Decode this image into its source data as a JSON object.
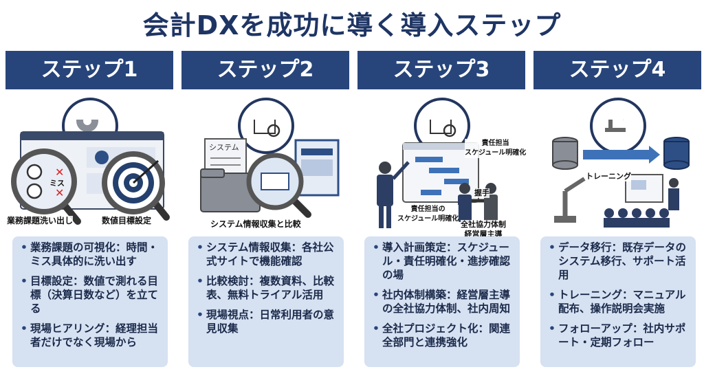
{
  "title": "会計DXを成功に導く導入ステップ",
  "steps": [
    {
      "header": "ステップ1",
      "captions": [
        "業務課題洗い出し",
        "数値目標設定"
      ],
      "labels": [
        "ミス"
      ],
      "items": [
        "業務課題の可視化：時間・ミス具体的に洗い出す",
        "目標設定：数値で測れる目標（決算日数など）を立てる",
        "現場ヒアリング：経理担当者だけでなく現場から"
      ]
    },
    {
      "header": "ステップ2",
      "captions": [
        "システム情報収集と比較"
      ],
      "labels": [
        "システム"
      ],
      "items": [
        "システム情報収集：各社公式サイトで機能確認",
        "比較検討：複数資料、比較表、無料トライアル活用",
        "現場視点：日常利用者の意見収集"
      ]
    },
    {
      "header": "ステップ3",
      "captions": [
        "責任担当\nスケジュール明確化",
        "責任担当の\nスケジュール明確化",
        "握手",
        "全社協力体制\n経営層主導"
      ],
      "labels": [],
      "items": [
        "導入計画策定：スケジュール・責任明確化・進捗確認の場",
        "社内体制構築：経営層主導の全社協力体制、社内周知",
        "全社プロジェクト化：関連全部門と連携強化"
      ]
    },
    {
      "header": "ステップ4",
      "captions": [
        "トレーニング"
      ],
      "labels": [],
      "items": [
        "データ移行：既存データのシステム移行、サポート活用",
        "トレーニング：マニュアル配布、操作説明会実施",
        "フォローアップ：社内サポート・定期フォロー"
      ]
    }
  ]
}
